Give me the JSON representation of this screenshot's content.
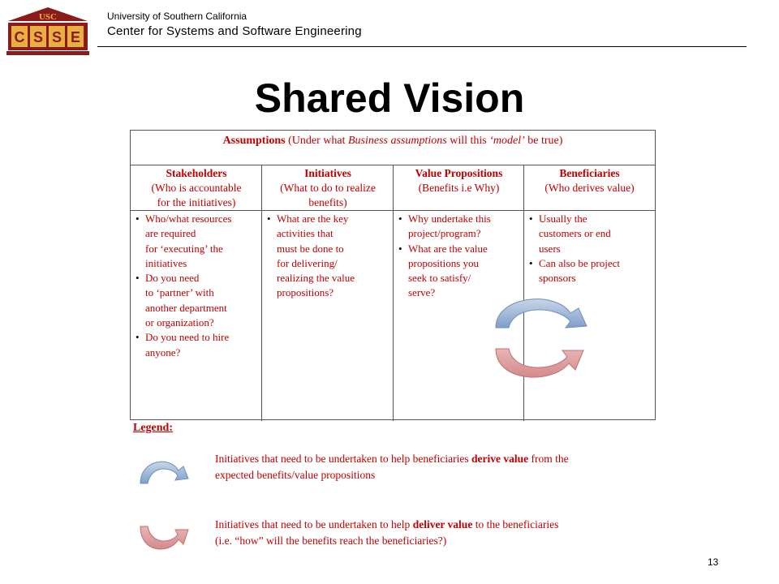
{
  "header": {
    "logo_top_text": "USC",
    "logo_letters": [
      "C",
      "S",
      "S",
      "E"
    ],
    "university": "University of Southern California",
    "center": "Center for Systems and Software Engineering"
  },
  "title": "Shared Vision",
  "table": {
    "assumptions": {
      "bold": "Assumptions",
      "rest_1": " (Under what ",
      "italic_1": "Business assumptions",
      "rest_2": " will this ",
      "italic_2": "‘model’",
      "rest_3": " be true)"
    },
    "columns": [
      {
        "heading": "Stakeholders",
        "sub_1": "(Who is accountable",
        "sub_2": "for the initiatives)",
        "bullets": [
          [
            "Who/what resources",
            "are required",
            "for ‘executing’ the",
            "initiatives"
          ],
          [
            "Do you need",
            "to ‘partner’ with",
            "another department",
            "or organization?"
          ],
          [
            "Do you need to hire",
            "anyone?"
          ]
        ]
      },
      {
        "heading": "Initiatives",
        "sub_1": "(What to do to realize",
        "sub_2": "benefits)",
        "bullets": [
          [
            "What are the key",
            "activities that",
            "must be done to",
            "for delivering/",
            "realizing the value",
            "propositions?"
          ]
        ]
      },
      {
        "heading": "Value Propositions",
        "sub_1": "(Benefits i.e Why)",
        "sub_2": "",
        "bullets": [
          [
            "Why undertake this",
            "project/program?"
          ],
          [
            "What are the value",
            "propositions you",
            "seek to satisfy/",
            "serve?"
          ]
        ]
      },
      {
        "heading": "Beneficiaries",
        "sub_1": "(Who derives value)",
        "sub_2": "",
        "bullets": [
          [
            "Usually the",
            "customers or end",
            "users"
          ],
          [
            "Can also be project",
            "sponsors"
          ]
        ]
      }
    ]
  },
  "legend": {
    "title": "Legend:",
    "item_1": {
      "pre": "Initiatives that need to be undertaken to help beneficiaries ",
      "bold": "derive value",
      "post": " from the",
      "line_2": "expected benefits/value propositions"
    },
    "item_2": {
      "pre": "Initiatives that need to be undertaken to help ",
      "bold": "deliver value",
      "post": " to the beneficiaries",
      "line_2": "(i.e. “how” will the benefits reach the beneficiaries?)"
    }
  },
  "page_number": "13",
  "colors": {
    "red_text": "#c00000",
    "logo_maroon": "#8b1a1a",
    "logo_gold": "#e8b040",
    "arrow_blue": "#7f9fc8",
    "arrow_red": "#d48a8a"
  },
  "icons": [
    "usc-csse-logo",
    "blue-curved-arrow-icon",
    "red-curved-arrow-icon"
  ]
}
